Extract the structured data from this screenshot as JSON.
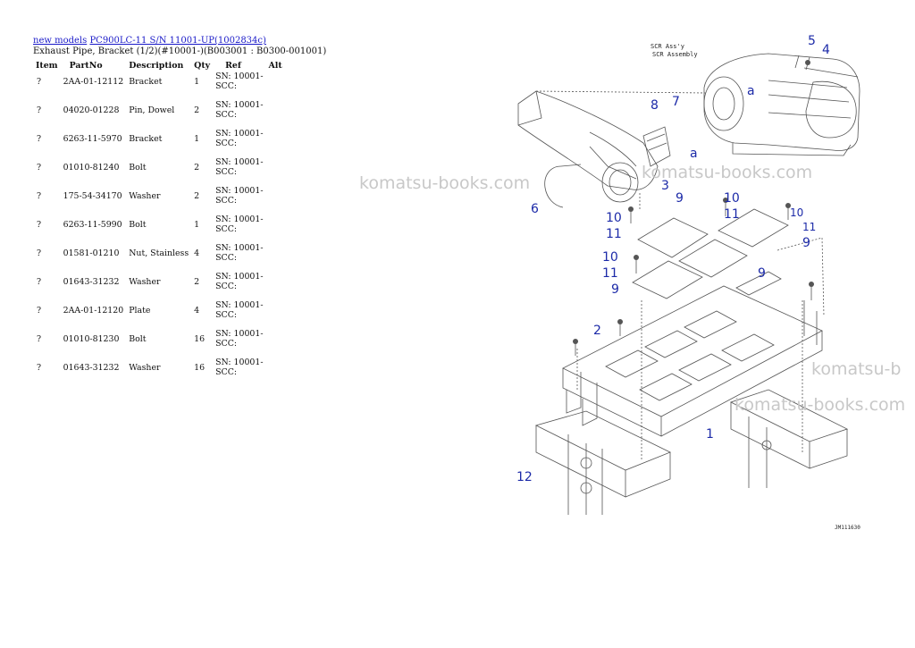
{
  "breadcrumb": {
    "link1": "new models",
    "link2": "PC900LC-11 S/N 11001-UP(1002834c)"
  },
  "subtitle": "Exhaust Pipe, Bracket (1/2)(#10001-)(B003001 : B0300-001001)",
  "table": {
    "headers": [
      "Item",
      "PartNo",
      "Description",
      "Qty",
      "Ref",
      "Alt"
    ],
    "rows": [
      {
        "item": "?",
        "partno": "2AA-01-12112",
        "desc": "Bracket",
        "qty": "1",
        "ref1": "SN: 10001-",
        "ref2": "SCC:"
      },
      {
        "item": "?",
        "partno": "04020-01228",
        "desc": "Pin, Dowel",
        "qty": "2",
        "ref1": "SN: 10001-",
        "ref2": "SCC:"
      },
      {
        "item": "?",
        "partno": "6263-11-5970",
        "desc": "Bracket",
        "qty": "1",
        "ref1": "SN: 10001-",
        "ref2": "SCC:"
      },
      {
        "item": "?",
        "partno": "01010-81240",
        "desc": "Bolt",
        "qty": "2",
        "ref1": "SN: 10001-",
        "ref2": "SCC:"
      },
      {
        "item": "?",
        "partno": "175-54-34170",
        "desc": "Washer",
        "qty": "2",
        "ref1": "SN: 10001-",
        "ref2": "SCC:"
      },
      {
        "item": "?",
        "partno": "6263-11-5990",
        "desc": "Bolt",
        "qty": "1",
        "ref1": "SN: 10001-",
        "ref2": "SCC:"
      },
      {
        "item": "?",
        "partno": "01581-01210",
        "desc": "Nut, Stainless",
        "qty": "4",
        "ref1": "SN: 10001-",
        "ref2": "SCC:"
      },
      {
        "item": "?",
        "partno": "01643-31232",
        "desc": "Washer",
        "qty": "2",
        "ref1": "SN: 10001-",
        "ref2": "SCC:"
      },
      {
        "item": "?",
        "partno": "2AA-01-12120",
        "desc": "Plate",
        "qty": "4",
        "ref1": "SN: 10001-",
        "ref2": "SCC:"
      },
      {
        "item": "?",
        "partno": "01010-81230",
        "desc": "Bolt",
        "qty": "16",
        "ref1": "SN: 10001-",
        "ref2": "SCC:"
      },
      {
        "item": "?",
        "partno": "01643-31232",
        "desc": "Washer",
        "qty": "16",
        "ref1": "SN: 10001-",
        "ref2": "SCC:"
      }
    ]
  },
  "diagram": {
    "assembly_label_1": "SCR Ass'y",
    "assembly_label_2": "SCR Assembly",
    "callouts": [
      "5",
      "4",
      "8",
      "7",
      "a",
      "a",
      "3",
      "6",
      "9",
      "10",
      "11",
      "10",
      "11",
      "9",
      "10",
      "11",
      "9",
      "9",
      "2",
      "1",
      "12"
    ],
    "code": "JM111630"
  },
  "watermark": "komatsu-books.com",
  "watermark_cut": "komatsu-b",
  "colors": {
    "link": "#1a1ac8",
    "callout": "#1c2aa8",
    "watermark": "#c8c8c8"
  }
}
